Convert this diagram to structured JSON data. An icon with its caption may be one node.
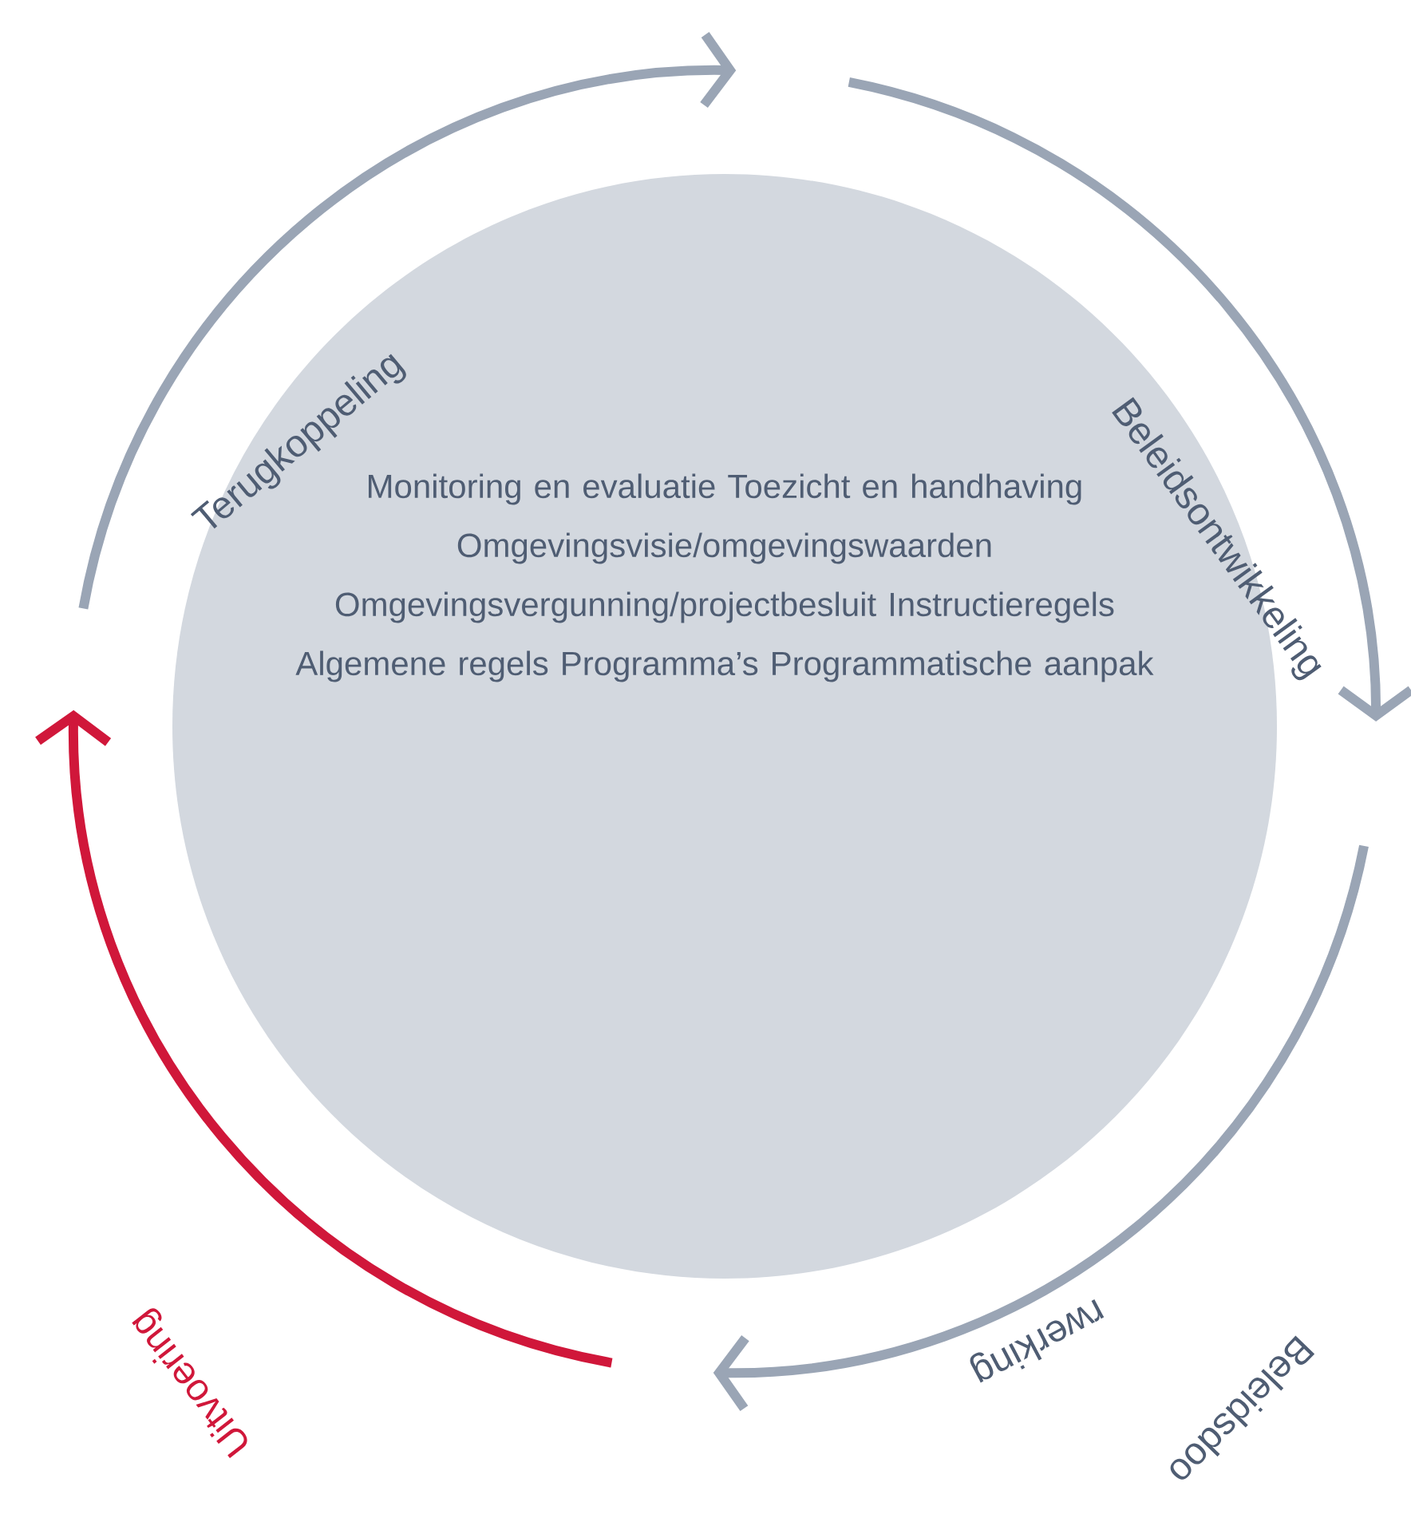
{
  "diagram": {
    "nodes": [
      {
        "text": [
          "Monitoring en evaluatie Toezicht en handhaving Omgevingsvisie/omgevingswaarden Omgevingsvergunning/projectbesluit Instructieregels Algemene regels Programma’s Programmatische aanpak"
        ]
      }
    ],
    "labels": [
      "Terugkoppeling",
      "Beleidsontwikkeling",
      "rwerking",
      "Beleidsdoo",
      "Uitvoering"
    ]
  }
}
